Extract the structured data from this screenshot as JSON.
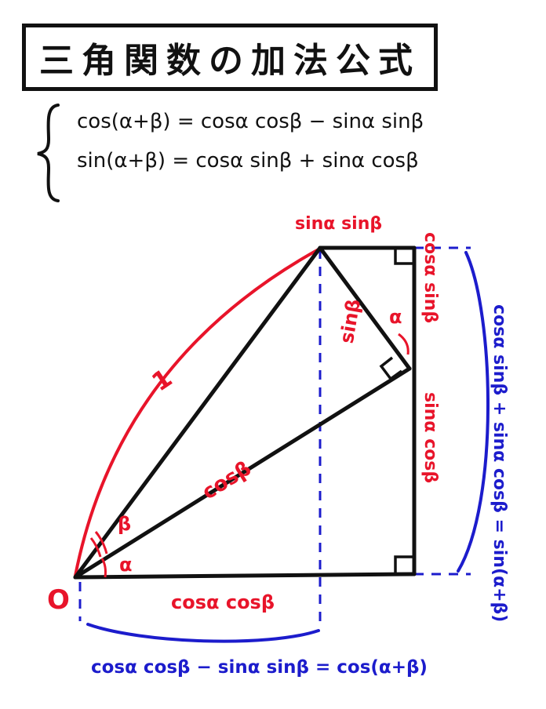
{
  "title": "三角関数の加法公式",
  "formulas": {
    "cos_sum": "cos(α+β) = cosα cosβ − sinα sinβ",
    "sin_sum": "sin(α+β) = cosα sinβ + sinα cosβ"
  },
  "labels": {
    "origin": "O",
    "hypotenuse": "1",
    "cos_beta": "cosβ",
    "sin_beta": "sinβ",
    "alpha": "α",
    "beta": "β",
    "right_angle_alpha": "α",
    "top_product": "sinα sinβ",
    "right_upper": "cosα sinβ",
    "right_lower": "sinα cosβ",
    "bottom_product": "cosα cosβ",
    "blue_right": "cosα sinβ + sinα cosβ = sin(α+β)",
    "blue_bottom": "cosα cosβ − sinα sinβ = cos(α+β)"
  },
  "colors": {
    "ink": "#111111",
    "red": "#e8142a",
    "blue": "#1c1ccc"
  }
}
